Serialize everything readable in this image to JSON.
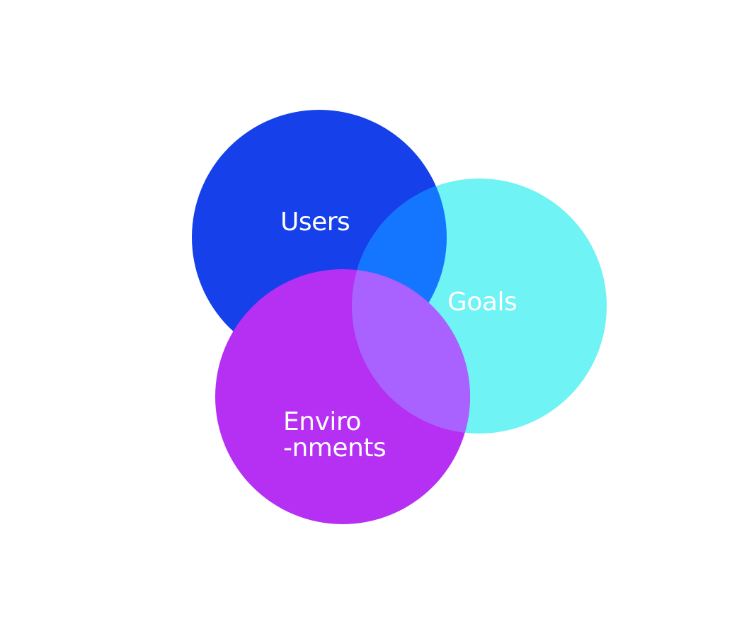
{
  "diagram": {
    "type": "venn",
    "colors": {
      "users": "#1540EA",
      "goals": "#6FF3F4",
      "environments": "#B530F2",
      "users_goals_overlap": "#1476FF",
      "goals_environments_overlap": "#A962FF",
      "label_text": "#FFFFFF",
      "background": "#FFFFFF"
    },
    "sets": [
      {
        "id": "users",
        "label": "Users"
      },
      {
        "id": "goals",
        "label": "Goals"
      },
      {
        "id": "environments",
        "label_line1": "Enviro",
        "label_line2": "-nments"
      }
    ]
  }
}
